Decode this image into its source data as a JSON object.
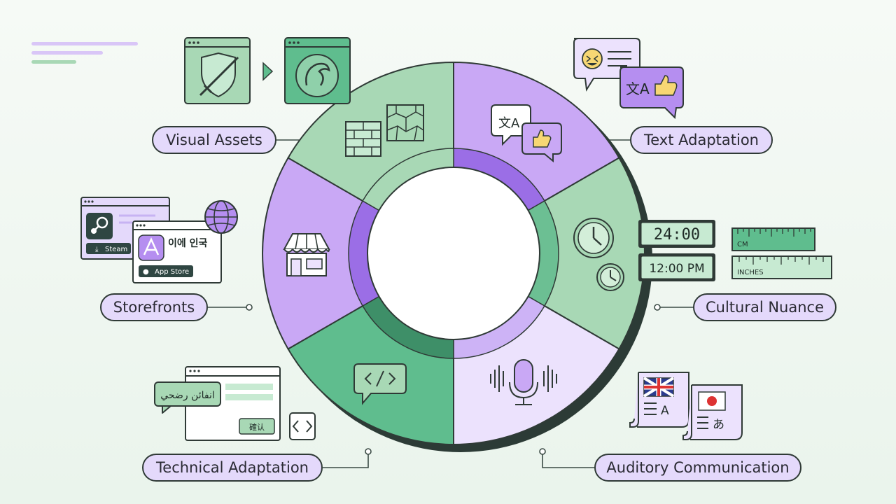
{
  "categories": {
    "visual_assets": "Visual Assets",
    "text_adaptation": "Text Adaptation",
    "storefronts": "Storefronts",
    "cultural_nuance": "Cultural Nuance",
    "technical_adaptation": "Technical Adaptation",
    "auditory_communication": "Auditory Communication"
  },
  "storefronts_card": {
    "steam_label": "Steam",
    "korean_text": "이에 인국",
    "appstore_label": "App Store"
  },
  "cultural_card": {
    "time_24h": "24:00",
    "time_12h": "12:00 PM",
    "unit_cm": "CM",
    "unit_inches": "INCHES"
  },
  "technical_card": {
    "arabic_text": "انفائن رضحي",
    "button_text": "確认"
  },
  "colors": {
    "green_light": "#a8d8b5",
    "green_mid": "#5fbd8e",
    "purple": "#c9a8f5",
    "purple_light": "#ece2fd",
    "outline": "#2f3a36"
  }
}
